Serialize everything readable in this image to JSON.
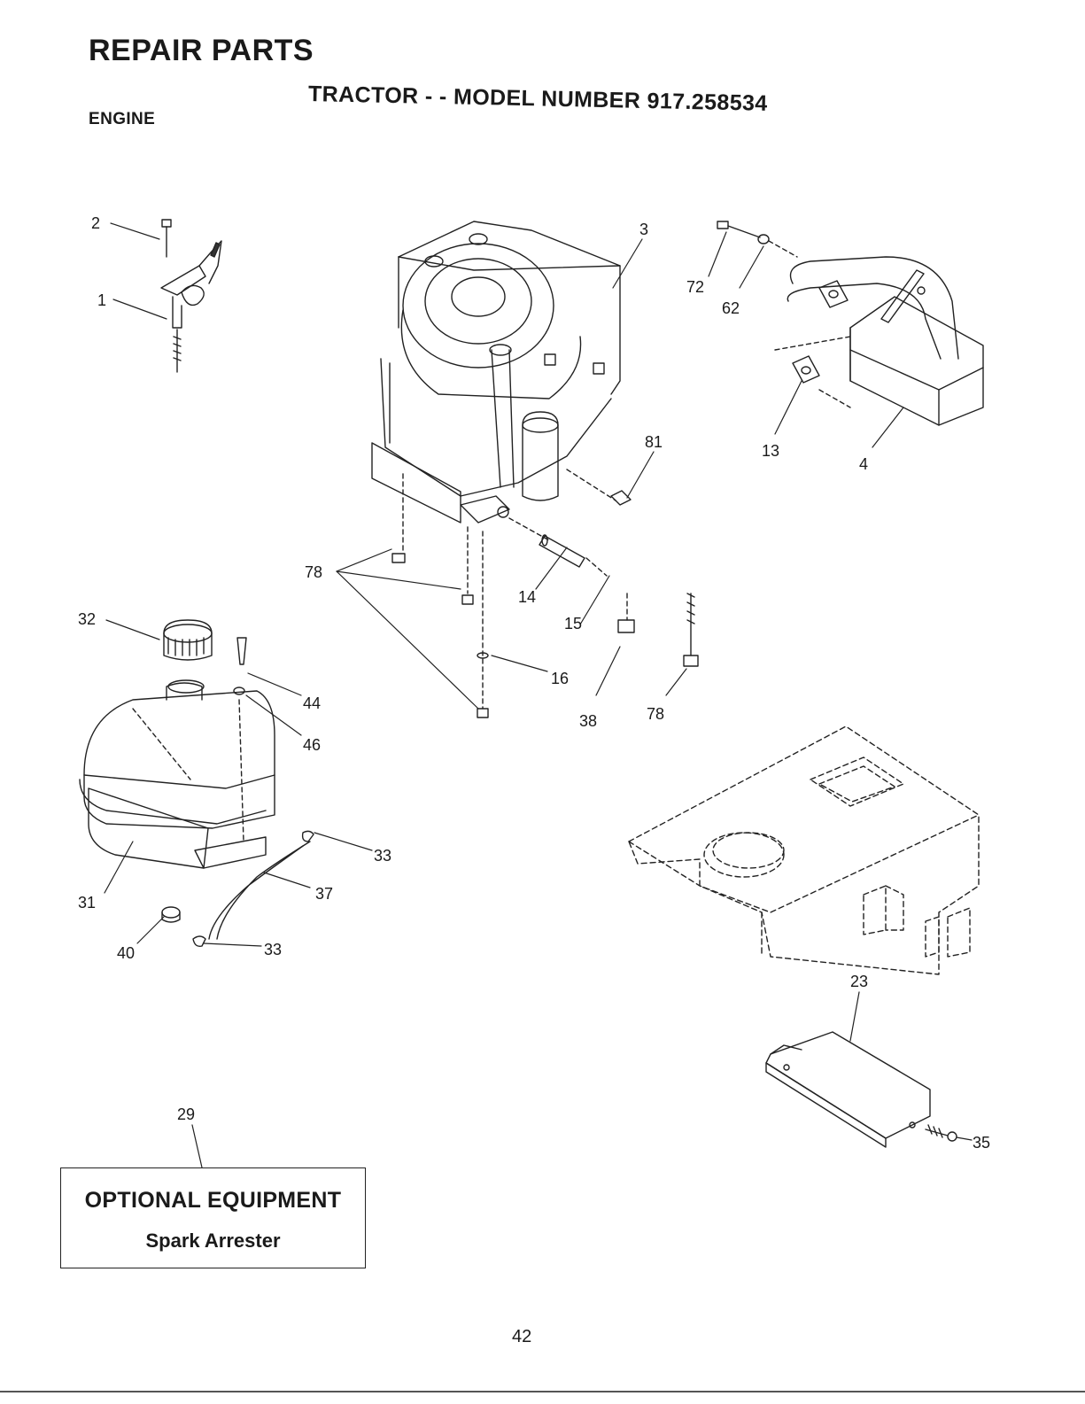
{
  "header": {
    "title": "REPAIR PARTS",
    "subtitle": "TRACTOR - - MODEL NUMBER 917.258534",
    "section": "ENGINE"
  },
  "callouts": [
    {
      "id": "c2",
      "label": "2"
    },
    {
      "id": "c1",
      "label": "1"
    },
    {
      "id": "c3",
      "label": "3"
    },
    {
      "id": "c72",
      "label": "72"
    },
    {
      "id": "c62",
      "label": "62"
    },
    {
      "id": "c13",
      "label": "13"
    },
    {
      "id": "c4",
      "label": "4"
    },
    {
      "id": "c81",
      "label": "81"
    },
    {
      "id": "c78a",
      "label": "78"
    },
    {
      "id": "c14",
      "label": "14"
    },
    {
      "id": "c15",
      "label": "15"
    },
    {
      "id": "c16",
      "label": "16"
    },
    {
      "id": "c38",
      "label": "38"
    },
    {
      "id": "c78b",
      "label": "78"
    },
    {
      "id": "c32",
      "label": "32"
    },
    {
      "id": "c44",
      "label": "44"
    },
    {
      "id": "c46",
      "label": "46"
    },
    {
      "id": "c33a",
      "label": "33"
    },
    {
      "id": "c37",
      "label": "37"
    },
    {
      "id": "c31",
      "label": "31"
    },
    {
      "id": "c40",
      "label": "40"
    },
    {
      "id": "c33b",
      "label": "33"
    },
    {
      "id": "c23",
      "label": "23"
    },
    {
      "id": "c35",
      "label": "35"
    },
    {
      "id": "c29",
      "label": "29"
    }
  ],
  "optional_equipment": {
    "heading": "OPTIONAL EQUIPMENT",
    "item": "Spark Arrester"
  },
  "page_number": "42"
}
